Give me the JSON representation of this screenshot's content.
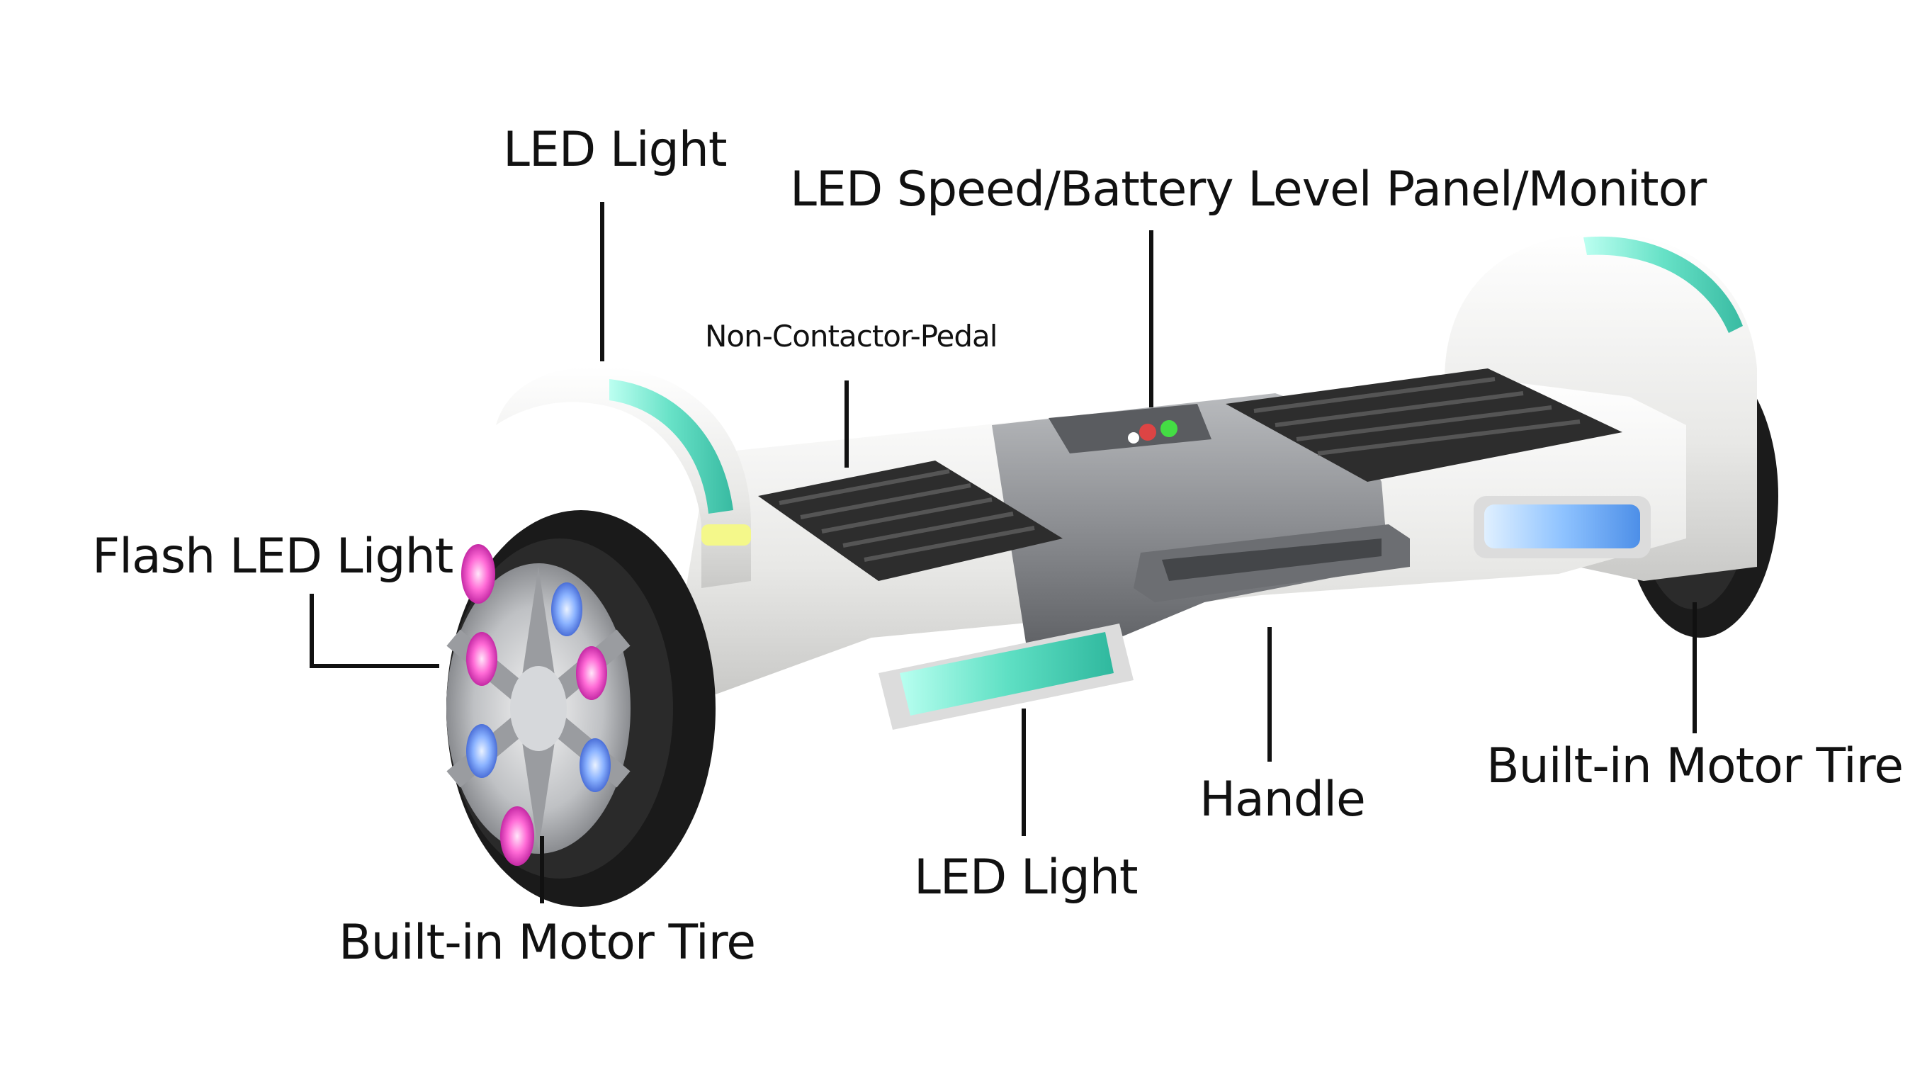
{
  "labels": {
    "led_light_top": "LED Light",
    "led_speed_panel": "LED Speed/Battery Level Panel/Monitor",
    "non_contactor_pedal": "Non-Contactor-Pedal",
    "flash_led_light": "Flash LED Light",
    "built_in_motor_tire_left": "Built-in Motor Tire",
    "led_light_bottom": "LED Light",
    "handle": "Handle",
    "built_in_motor_tire_right": "Built-in Motor Tire"
  },
  "colors": {
    "body_white": "#e9e9e7",
    "center_gray": "#8e9094",
    "tire_black": "#1a1a1a",
    "pedal_dark": "#3b3b3b",
    "teal_led": "#5fe0c4",
    "blue_led": "#7fb8ff",
    "pink_led": "#ff5fd0",
    "leader_line": "#111111"
  }
}
